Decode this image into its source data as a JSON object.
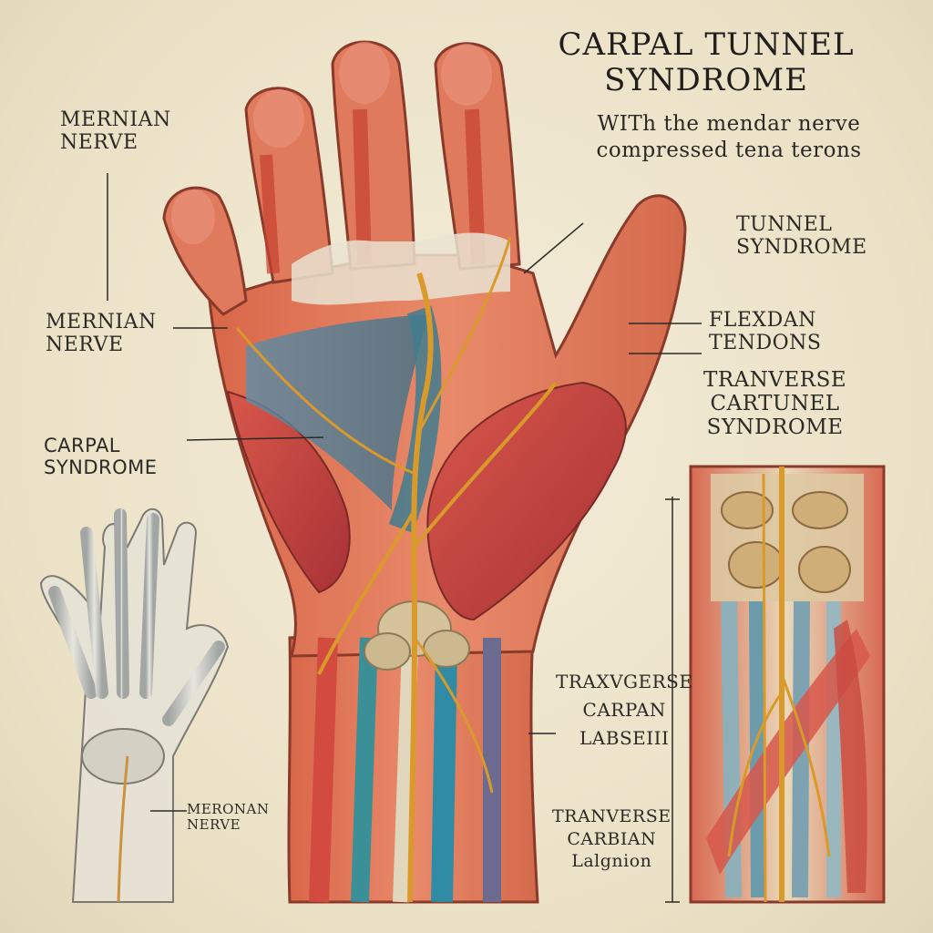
{
  "title": "CARPAL TUNNEL\nSYNDROME",
  "subtitle": "WITh the mendar nerve\ncompressed  tena terons",
  "labels": {
    "median_nerve_top": "MERNIAN\nNERVE",
    "median_nerve_mid": "MERNIAN\nNERVE",
    "carpal_syndrome": "CARPAL\nSYNDROME",
    "tunnel_syndrome": "TUNNEL\nSYNDROME",
    "flexor_tendons": "FLEXDAN\nTENDONS",
    "transverse_cartunnel": "TRANVERSE\nCARTUNEL\nSYNDROME",
    "transverse_carpan": "TRAXVGERSE\nCARPAN\nLABSEIII",
    "transverse_carbian": "TRANVERSE\nCARBIAN\nLalgnion",
    "skeleton_median_nerve": "MERONAN\nNERVE"
  },
  "colors": {
    "background": "#efe6cf",
    "skin": "#e07a5c",
    "muscle": "#c9453e",
    "nerve": "#d99a2b",
    "tendon_blue": "#4f8fa3",
    "bone": "#d6c39b",
    "ink": "#2b2a26"
  }
}
